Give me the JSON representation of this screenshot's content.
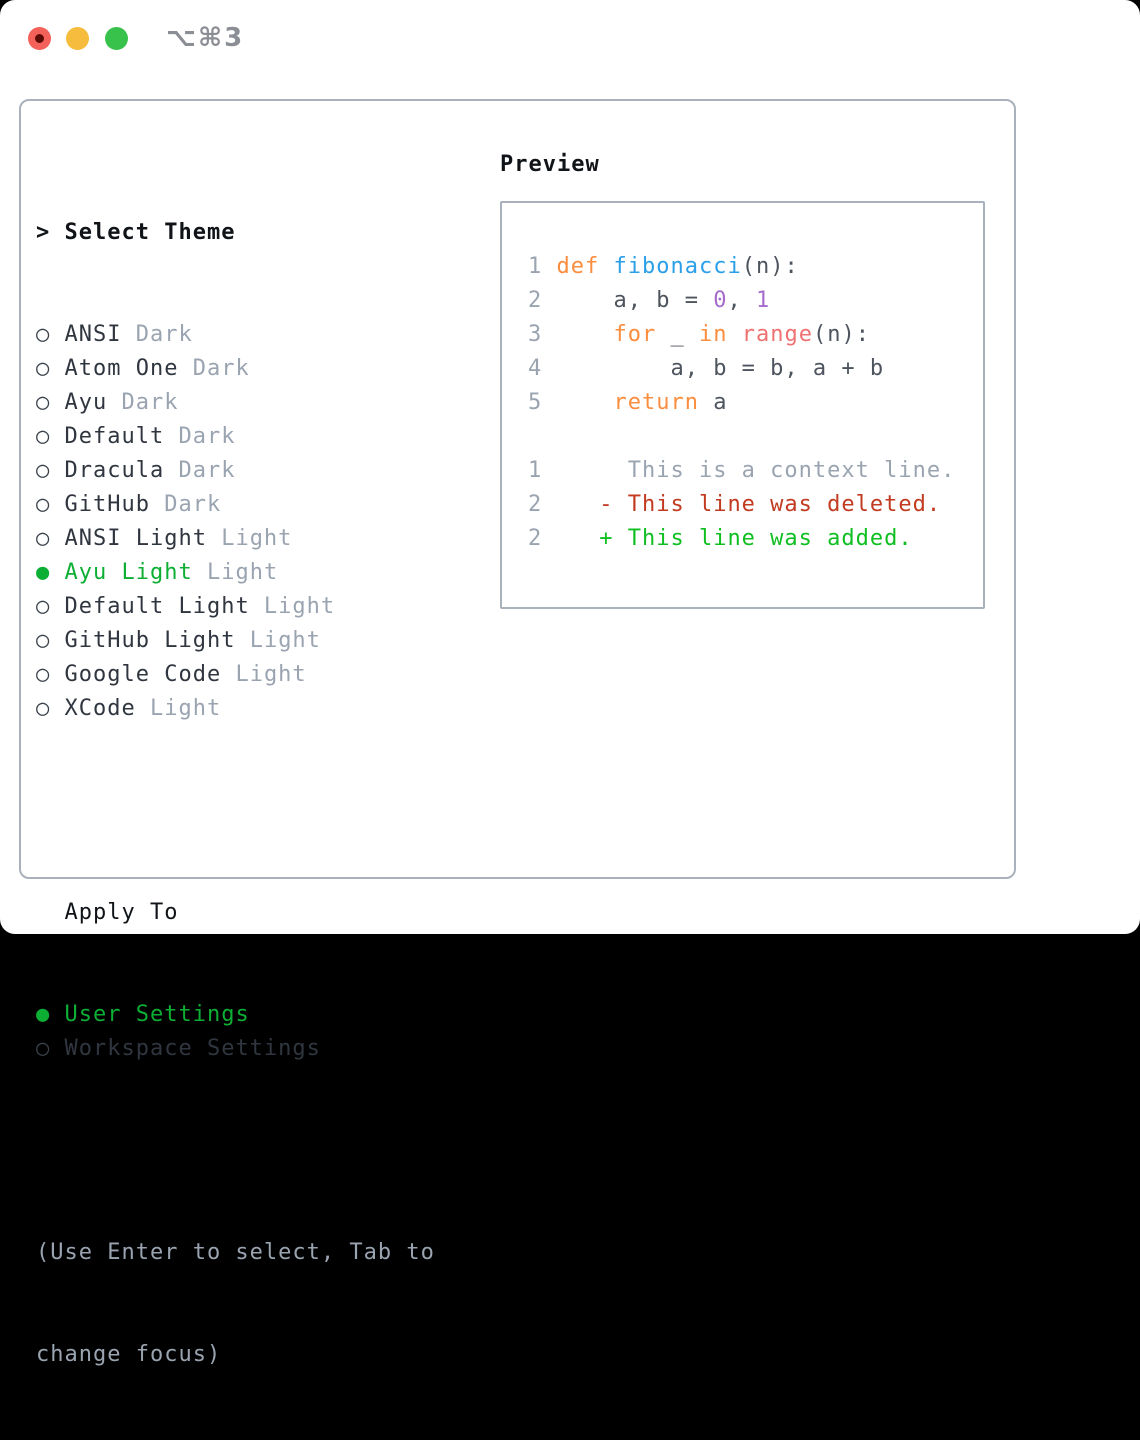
{
  "window": {
    "title": "⌥⌘3",
    "traffic_lights": [
      {
        "name": "close-button",
        "color": "#f4605a",
        "dot": "#5c0b07"
      },
      {
        "name": "minimize-button",
        "color": "#f6bc3d"
      },
      {
        "name": "zoom-button",
        "color": "#38c14b"
      }
    ],
    "title_color": "#8b8e94"
  },
  "colors": {
    "border_gray": "#a9b1bc",
    "header_black": "#101418",
    "text_dark": "#30363f",
    "muted_gray": "#9aa4b1",
    "marker_dark": "#3a424c",
    "accent_green": "#0caf33",
    "code_fg": "#4d545e",
    "line_number_gray": "#9aa4b1",
    "keyword_orange": "#fa8d3e",
    "function_blue": "#2b9fe8",
    "constant_purple": "#a66ccb",
    "builtin_coral": "#f07171",
    "context_gray": "#9aa4b1",
    "deleted_red": "#c23a20",
    "added_green": "#0fbf22"
  },
  "theme_panel": {
    "prompt": ">",
    "header": "Select Theme",
    "radio_unselected": "○",
    "radio_selected": "●",
    "items": [
      {
        "name": "ANSI",
        "variant": "Dark",
        "selected": false
      },
      {
        "name": "Atom One",
        "variant": "Dark",
        "selected": false
      },
      {
        "name": "Ayu",
        "variant": "Dark",
        "selected": false
      },
      {
        "name": "Default",
        "variant": "Dark",
        "selected": false
      },
      {
        "name": "Dracula",
        "variant": "Dark",
        "selected": false
      },
      {
        "name": "GitHub",
        "variant": "Dark",
        "selected": false
      },
      {
        "name": "ANSI Light",
        "variant": "Light",
        "selected": false
      },
      {
        "name": "Ayu Light",
        "variant": "Light",
        "selected": true
      },
      {
        "name": "Default Light",
        "variant": "Light",
        "selected": false
      },
      {
        "name": "GitHub Light",
        "variant": "Light",
        "selected": false
      },
      {
        "name": "Google Code",
        "variant": "Light",
        "selected": false
      },
      {
        "name": "XCode",
        "variant": "Light",
        "selected": false
      }
    ]
  },
  "apply_to": {
    "header": "Apply To",
    "options": [
      {
        "label": "User Settings",
        "selected": true
      },
      {
        "label": "Workspace Settings",
        "selected": false
      }
    ]
  },
  "hint_lines": [
    "(Use Enter to select, Tab to",
    "change focus)"
  ],
  "preview": {
    "header": "Preview",
    "code_lines": [
      {
        "num": "1",
        "tokens": [
          [
            "def",
            "kw"
          ],
          [
            " ",
            "fg"
          ],
          [
            "fibonacci",
            "fn"
          ],
          [
            "(n):",
            "fg"
          ]
        ]
      },
      {
        "num": "2",
        "tokens": [
          [
            "    a, b = ",
            "fg"
          ],
          [
            "0",
            "const"
          ],
          [
            ", ",
            "fg"
          ],
          [
            "1",
            "const"
          ]
        ]
      },
      {
        "num": "3",
        "tokens": [
          [
            "    ",
            "fg"
          ],
          [
            "for",
            "kw"
          ],
          [
            " _ ",
            "fg"
          ],
          [
            "in",
            "kw"
          ],
          [
            " ",
            "fg"
          ],
          [
            "range",
            "err"
          ],
          [
            "(n):",
            "fg"
          ]
        ]
      },
      {
        "num": "4",
        "tokens": [
          [
            "        a, b = b, a + b",
            "fg"
          ]
        ]
      },
      {
        "num": "5",
        "tokens": [
          [
            "    ",
            "fg"
          ],
          [
            "return",
            "kw"
          ],
          [
            " a",
            "fg"
          ]
        ]
      },
      {
        "num": "",
        "tokens": []
      },
      {
        "num": "1",
        "tokens": [
          [
            "     This is a context line.",
            "ctx"
          ]
        ]
      },
      {
        "num": "2",
        "tokens": [
          [
            "   - This line was deleted.",
            "del"
          ]
        ]
      },
      {
        "num": "2",
        "tokens": [
          [
            "   + This line was added.",
            "add"
          ]
        ]
      }
    ]
  }
}
